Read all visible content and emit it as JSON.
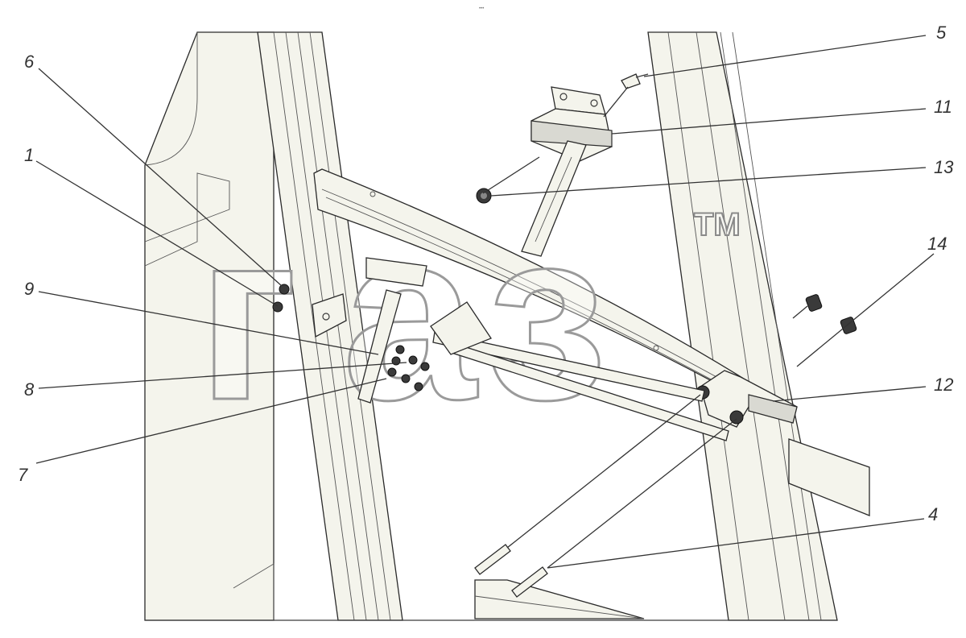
{
  "header_text": "•••",
  "watermark": {
    "letters": [
      "г",
      "а",
      "з"
    ],
    "tm": "TM"
  },
  "callouts": {
    "c1": "1",
    "c4": "4",
    "c5": "5",
    "c6": "6",
    "c7": "7",
    "c8": "8",
    "c9": "9",
    "c11": "11",
    "c12": "12",
    "c13": "13",
    "c14": "14"
  },
  "colors": {
    "background": "#ffffff",
    "part_fill": "#f4f4ec",
    "line": "#333333"
  }
}
